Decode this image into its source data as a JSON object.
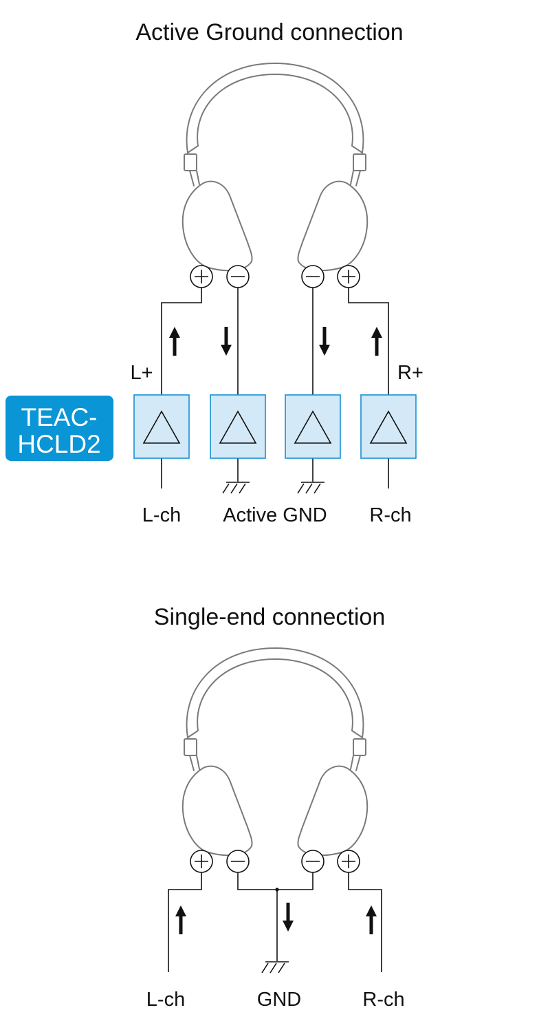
{
  "top_section": {
    "title": "Active Ground connection",
    "channel_labels": {
      "left_plus": "L+",
      "right_plus": "R+"
    },
    "device_badge": {
      "line1": "TEAC-",
      "line2": "HCLD2",
      "color": "#0a95d6"
    },
    "bottom_labels": {
      "left": "L-ch",
      "middle": "Active GND",
      "right": "R-ch"
    },
    "amp_box_fill": "#d3e9f7",
    "amp_box_stroke": "#1591d2"
  },
  "bottom_section": {
    "title": "Single-end connection",
    "bottom_labels": {
      "left": "L-ch",
      "middle": "GND",
      "right": "R-ch"
    }
  },
  "icons": {
    "headphones": "headphones-icon",
    "plus_terminal": "plus-terminal-icon",
    "minus_terminal": "minus-terminal-icon",
    "amplifier": "amplifier-triangle-icon",
    "ground": "ground-symbol-icon",
    "arrow_up": "arrow-up-icon",
    "arrow_down": "arrow-down-icon"
  }
}
